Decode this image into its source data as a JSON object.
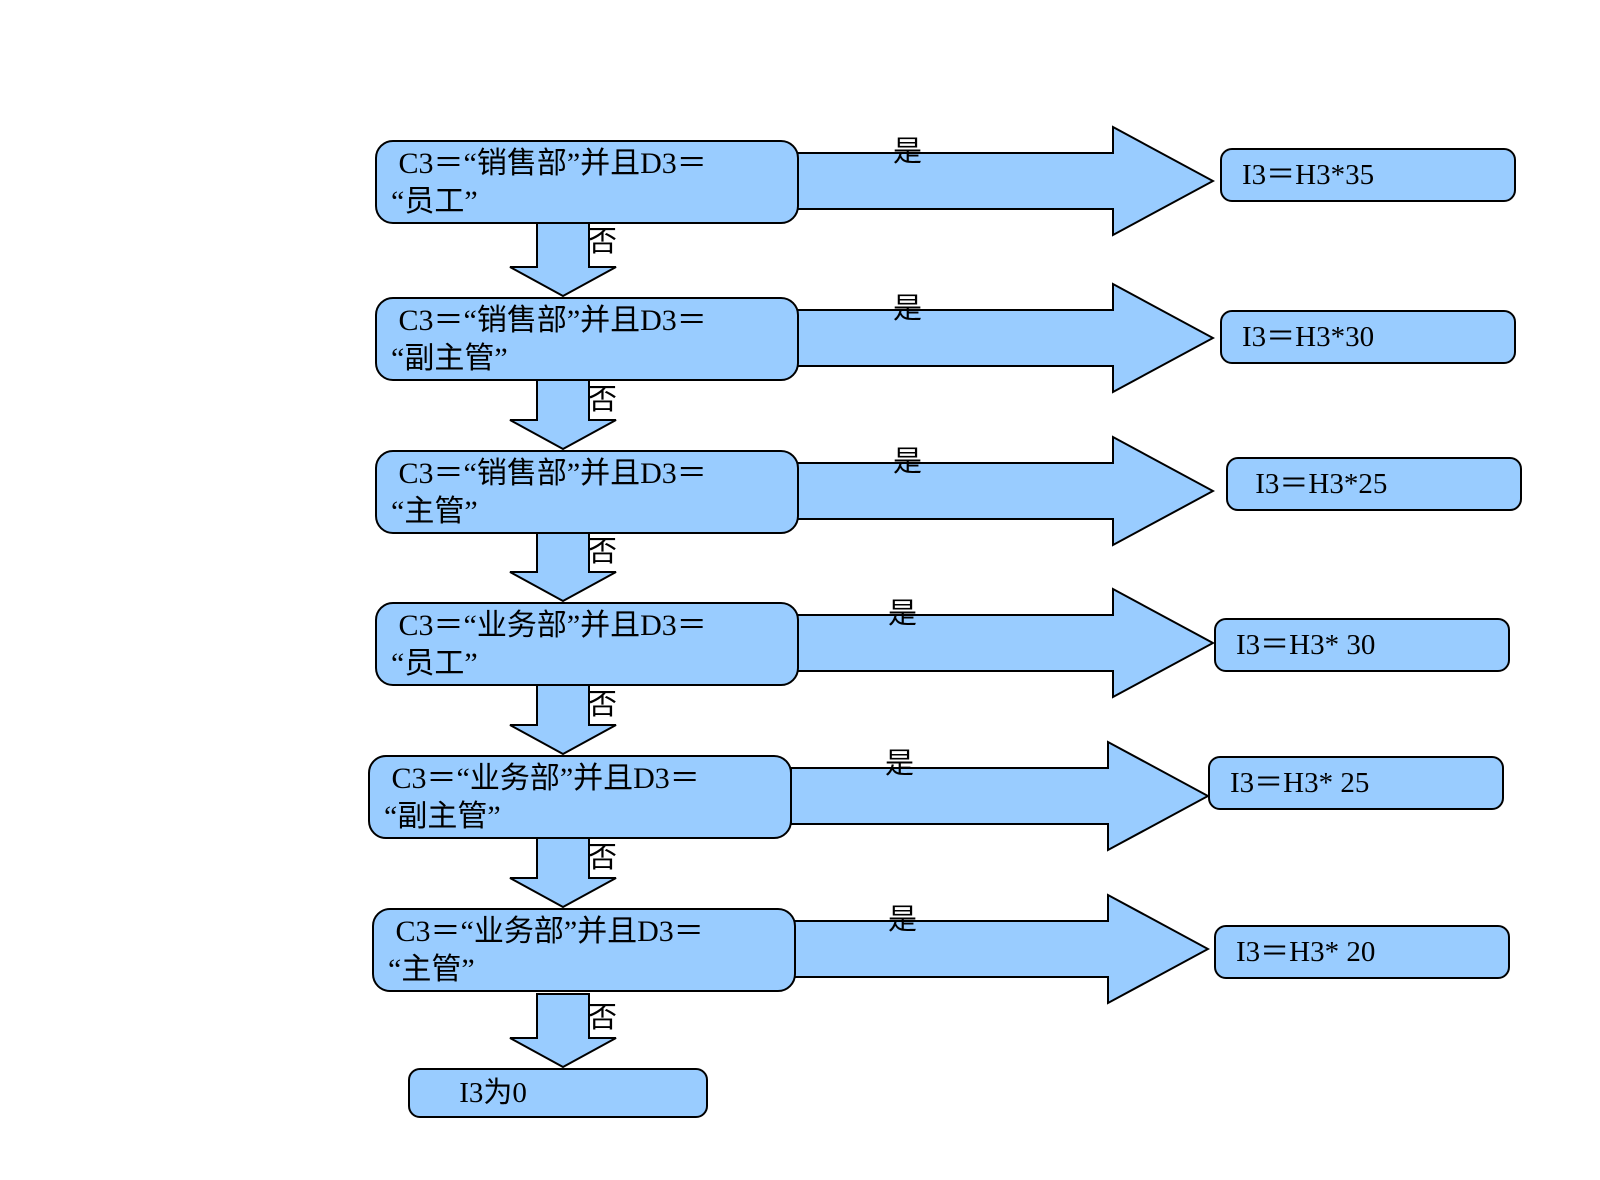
{
  "diagram": {
    "yes_label": "是",
    "no_label": "否",
    "final_text": " I3为0",
    "rows": [
      {
        "condition": " C3＝“销售部”并且D3＝\n“员工”",
        "result": "I3＝H3*35"
      },
      {
        "condition": " C3＝“销售部”并且D3＝\n“副主管”",
        "result": "I3＝H3*30"
      },
      {
        "condition": " C3＝“销售部”并且D3＝\n“主管”",
        "result": " I3＝H3*25"
      },
      {
        "condition": " C3＝“业务部”并且D3＝\n“员工”",
        "result": "I3＝H3* 30"
      },
      {
        "condition": " C3＝“业务部”并且D3＝\n“副主管”",
        "result": "I3＝H3* 25"
      },
      {
        "condition": " C3＝“业务部”并且D3＝\n“主管”",
        "result": "I3＝H3* 20"
      }
    ],
    "colors": {
      "shape_fill": "#99CCFF",
      "shape_border": "#000000",
      "background": "#FFFFFF",
      "text": "#000000"
    }
  }
}
